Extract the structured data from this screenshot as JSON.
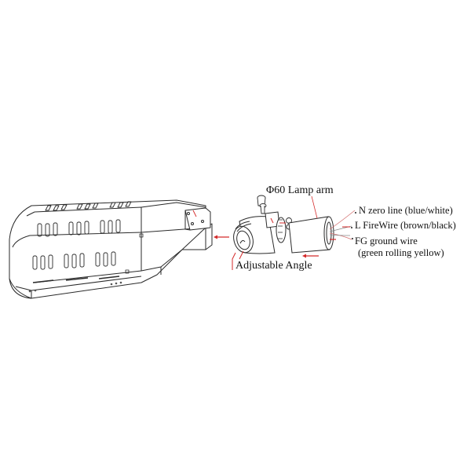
{
  "diagram": {
    "title": "Street light lamp arm installation diagram",
    "colors": {
      "line": "#2a2a2a",
      "annotation": "#d42a2a",
      "background": "#ffffff"
    },
    "labels": {
      "lamp_arm": "Φ60 Lamp arm",
      "adjustable_angle": "Adjustable Angle",
      "wires": [
        {
          "id": "n",
          "text": "N zero line (blue/white)"
        },
        {
          "id": "l",
          "text": "L FireWire (brown/black)"
        },
        {
          "id": "fg",
          "text": "FG ground wire"
        },
        {
          "id": "fg_note",
          "text": "(green rolling yellow)"
        }
      ]
    },
    "components": [
      "lamp-housing",
      "mounting-bracket",
      "adjustable-angle-joint",
      "clamp-screws",
      "lamp-arm-tube",
      "wires"
    ]
  }
}
